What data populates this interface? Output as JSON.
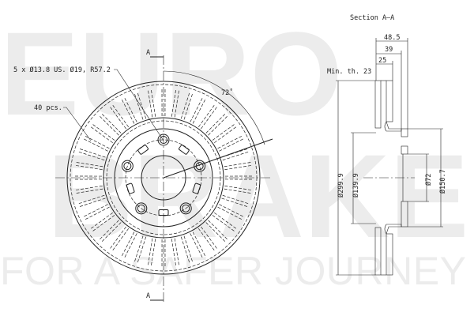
{
  "watermark": {
    "line1": "EURO",
    "line2": "BRAKE",
    "tagline": "FOR A SAFER JOURNEY"
  },
  "front_view": {
    "bolt_label": "5 x Ø13.8 US. Ø19, R57.2",
    "vents_label": "40 pcs.",
    "angle_label": "72˚",
    "section_mark_top": "A",
    "section_mark_bottom": "A",
    "vent_count": 40,
    "bolt_count": 5
  },
  "section_view": {
    "title": "Section A–A",
    "min_thickness": "Min. th. 23",
    "dim_total_width": "48.5",
    "dim_hat_height": "39",
    "dim_disc_thickness": "25",
    "dim_outer_diameter": "Ø299.9",
    "dim_hat_diameter": "Ø139.9",
    "dim_center_bore": "Ø72",
    "dim_hub_diameter": "Ø150.7"
  }
}
